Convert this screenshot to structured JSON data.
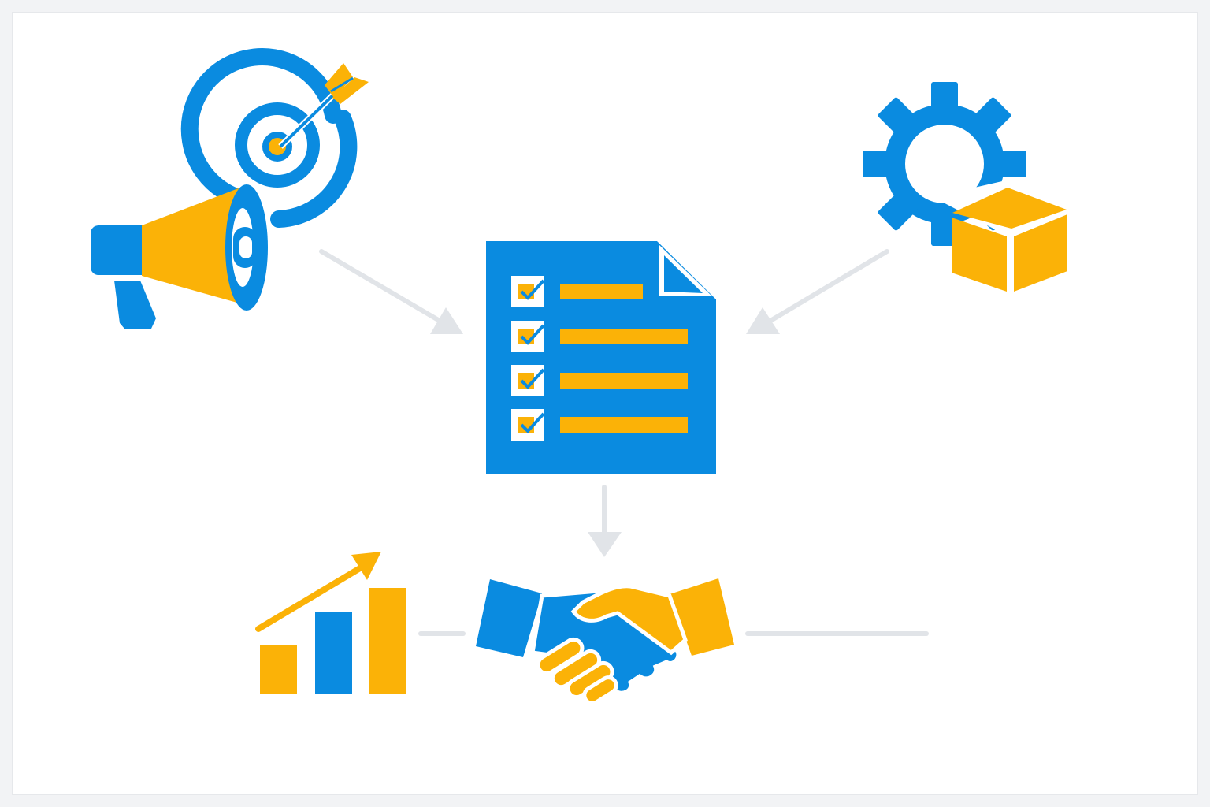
{
  "colors": {
    "primary_blue": "#0a8be0",
    "accent_yellow": "#fbb207",
    "connector_gray": "#e1e4e8",
    "background": "#ffffff",
    "page_bg": "#f2f3f5"
  },
  "nodes": [
    {
      "id": "marketing",
      "icon": "megaphone-target-icon"
    },
    {
      "id": "operations",
      "icon": "gear-box-icon"
    },
    {
      "id": "checklist",
      "icon": "checklist-document-icon",
      "checked_items": 4
    },
    {
      "id": "growth",
      "icon": "bar-chart-growth-icon"
    },
    {
      "id": "partnership",
      "icon": "handshake-icon"
    }
  ],
  "edges": [
    {
      "from": "marketing",
      "to": "checklist",
      "arrow": true
    },
    {
      "from": "operations",
      "to": "checklist",
      "arrow": true
    },
    {
      "from": "checklist",
      "to": "partnership",
      "arrow": true
    },
    {
      "from": "growth",
      "to": "partnership",
      "arrow": false
    },
    {
      "from": "partnership",
      "to": "open-end",
      "arrow": false
    }
  ]
}
